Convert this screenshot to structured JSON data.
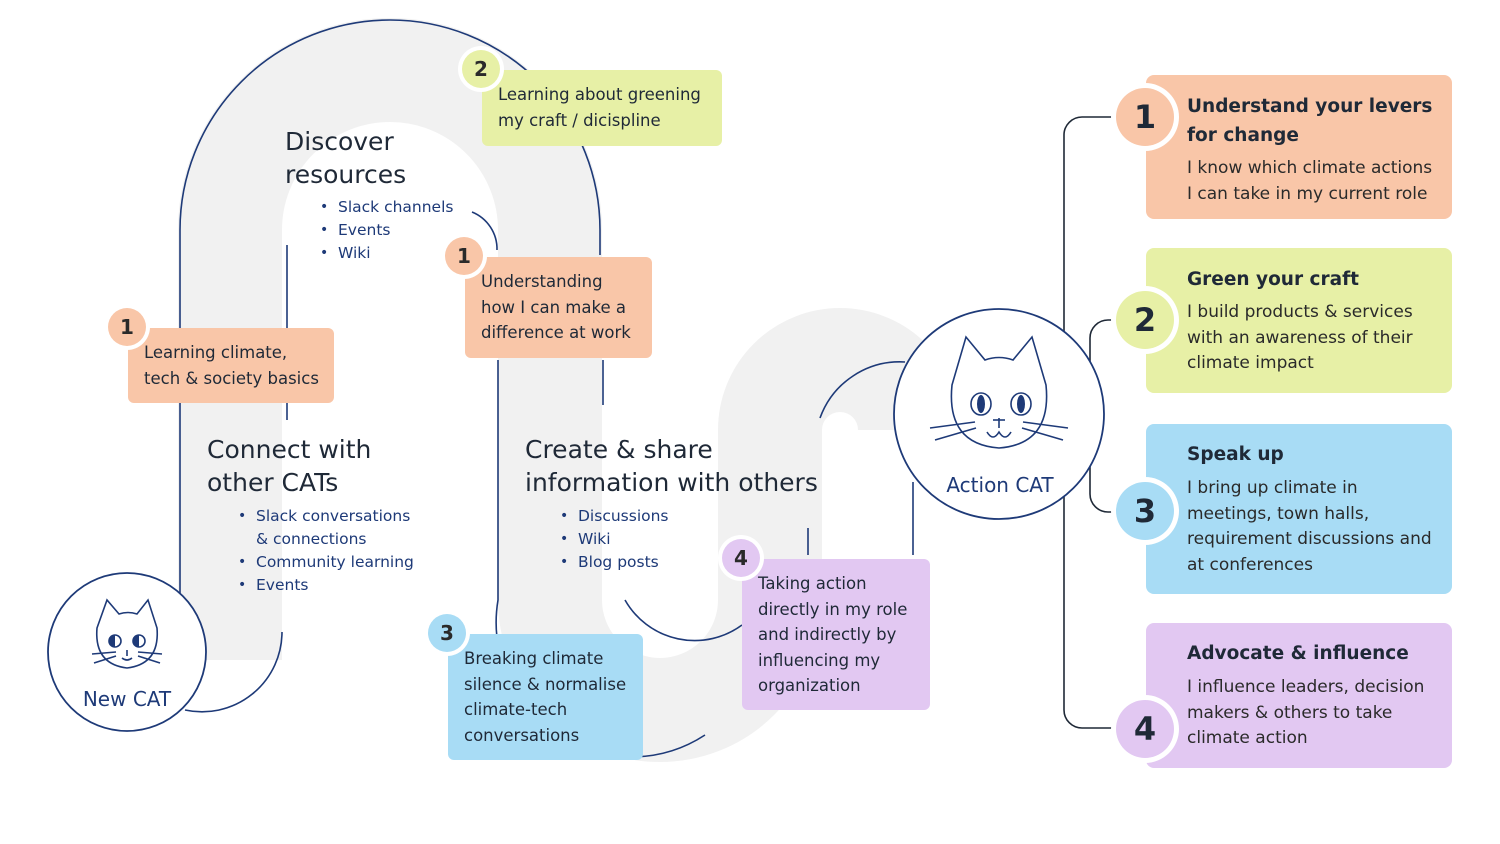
{
  "colors": {
    "orange": "#f9c6a8",
    "yellow": "#e7f0a6",
    "blue": "#a8dcf5",
    "purple": "#e2c8f2",
    "path": "#f1f1f1",
    "line": "#1e3a78"
  },
  "path": {
    "new_cat_label": "New CAT",
    "action_cat_label": "Action CAT",
    "sections": [
      {
        "heading": "Connect with\nother CATs",
        "items": [
          "Slack conversations\n& connections",
          "Community learning",
          "Events"
        ]
      },
      {
        "heading": "Discover\nresources",
        "items": [
          "Slack channels",
          "Events",
          "Wiki"
        ]
      },
      {
        "heading": "Create & share\ninformation with others",
        "items": [
          "Discussions",
          "Wiki",
          "Blog posts"
        ]
      }
    ],
    "notes": [
      {
        "number": "1",
        "text": "Learning climate,\ntech & society basics"
      },
      {
        "number": "2",
        "text": "Learning about greening\nmy craft / dicispline"
      },
      {
        "number": "1",
        "text": "Understanding\nhow I can make a\ndifference at work"
      },
      {
        "number": "3",
        "text": "Breaking climate\nsilence & normalise\nclimate-tech\nconversations"
      },
      {
        "number": "4",
        "text": "Taking action\ndirectly in my role\nand indirectly by\ninfluencing my\norganization"
      }
    ]
  },
  "outcomes": [
    {
      "number": "1",
      "title": "Understand your levers\nfor change",
      "desc": "I know which climate actions\nI can take in my current role"
    },
    {
      "number": "2",
      "title": "Green your craft",
      "desc": "I build products & services\nwith an awareness of their\nclimate impact"
    },
    {
      "number": "3",
      "title": "Speak up",
      "desc": "I bring up climate in\nmeetings, town halls,\nrequirement discussions and\nat conferences"
    },
    {
      "number": "4",
      "title": "Advocate & influence",
      "desc": "I influence leaders, decision\nmakers & others to take\nclimate action"
    }
  ]
}
